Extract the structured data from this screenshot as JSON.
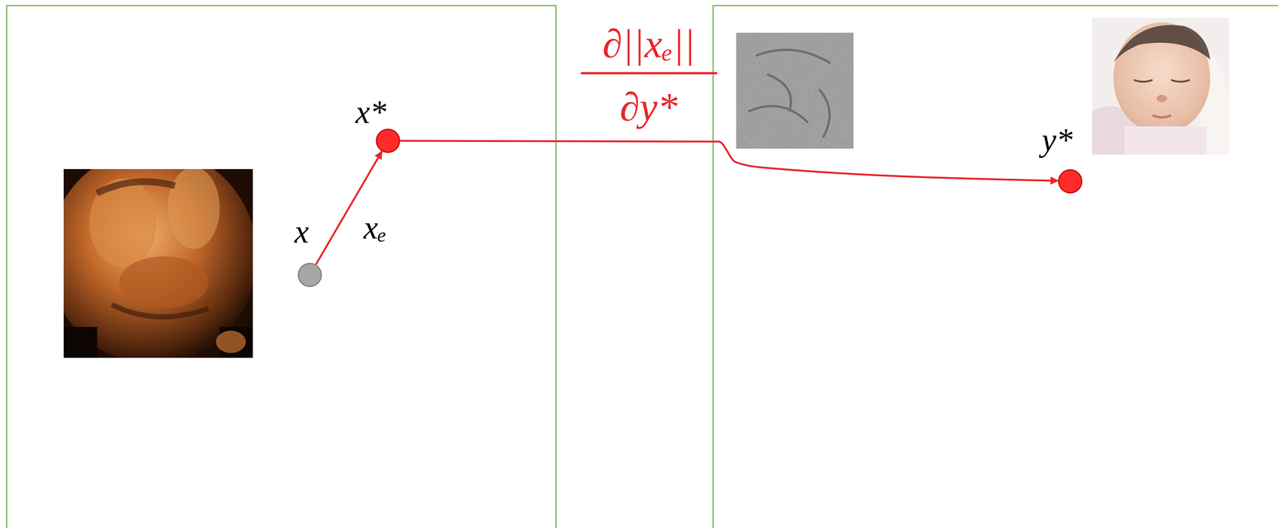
{
  "diagram": {
    "nodes": [
      {
        "text": [
          "x"
        ]
      },
      {
        "text": [
          "x*"
        ]
      },
      {
        "text": [
          "y*"
        ]
      }
    ],
    "edges": [
      {
        "from": 0,
        "to": 1,
        "arrow": "to",
        "label": "xₑ"
      },
      {
        "from": 1,
        "to": 2,
        "arrow": "to"
      }
    ],
    "labels": [
      "∂||xₑ||",
      "∂y*"
    ]
  }
}
